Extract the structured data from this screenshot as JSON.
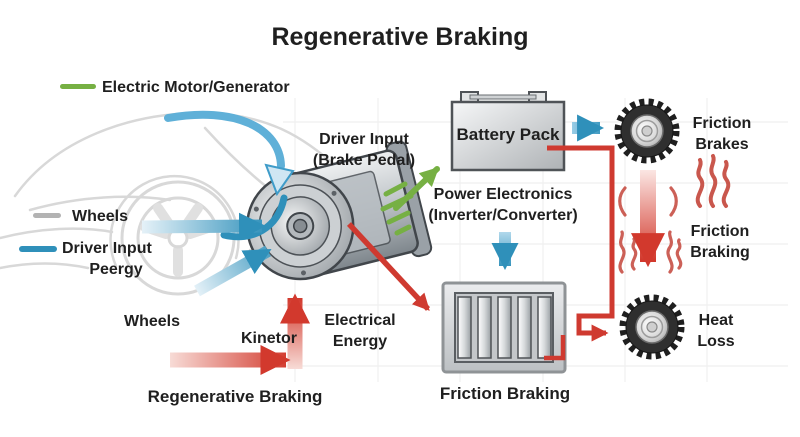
{
  "title": "Regenerative Braking",
  "colors": {
    "motor_generator_green": "#76b043",
    "driver_input_blue": "#2f90ba",
    "wheels_gray": "#b3b3b3",
    "energy_red": "#d2392d",
    "text": "#1f1f1f",
    "sketch_gray": "#d8d8d8"
  },
  "legend": {
    "items": [
      {
        "label": "Electric Motor/Generator",
        "color": "#76b043"
      },
      {
        "label": "Wheels",
        "color": "#b3b3b3"
      },
      {
        "label": "Driver Input",
        "label_line2": "Peergy",
        "color": "#2f90ba"
      }
    ]
  },
  "labels": {
    "driver_input": {
      "line1": "Driver Input",
      "line2": "(Brake Pedal)"
    },
    "battery_pack": "Battery Pack",
    "power_electronics": {
      "line1": "Power Electronics",
      "line2": "(Inverter/Converter)"
    },
    "friction_brakes": {
      "line1": "Friction",
      "line2": "Brakes"
    },
    "friction_braking_right": {
      "line1": "Friction",
      "line2": "Braking"
    },
    "heat_loss": {
      "line1": "Heat",
      "line2": "Loss"
    },
    "wheels_car": "Wheels",
    "kinetor": "Kinetor",
    "electrical_energy": {
      "line1": "Electrical",
      "line2": "Energy"
    },
    "regenerative_braking": "Regenerative Braking",
    "friction_braking_box": "Friction Braking"
  },
  "icons": [
    "car-sketch",
    "car-wheel-icon",
    "motor-generator-illustration",
    "battery-icon",
    "friction-brake-box-icon",
    "tire-icon",
    "heat-waves-icon",
    "blue-curved-arrow",
    "wheels-energy-arrow",
    "driver-input-arrow",
    "motor-to-battery-arrow",
    "battery-to-brakes-arrow",
    "inverter-to-brakes-arrow",
    "kinetic-energy-arrow",
    "regenerative-braking-arrow",
    "electrical-energy-arrow",
    "battery-feedback-line",
    "friction-heat-arrow"
  ]
}
